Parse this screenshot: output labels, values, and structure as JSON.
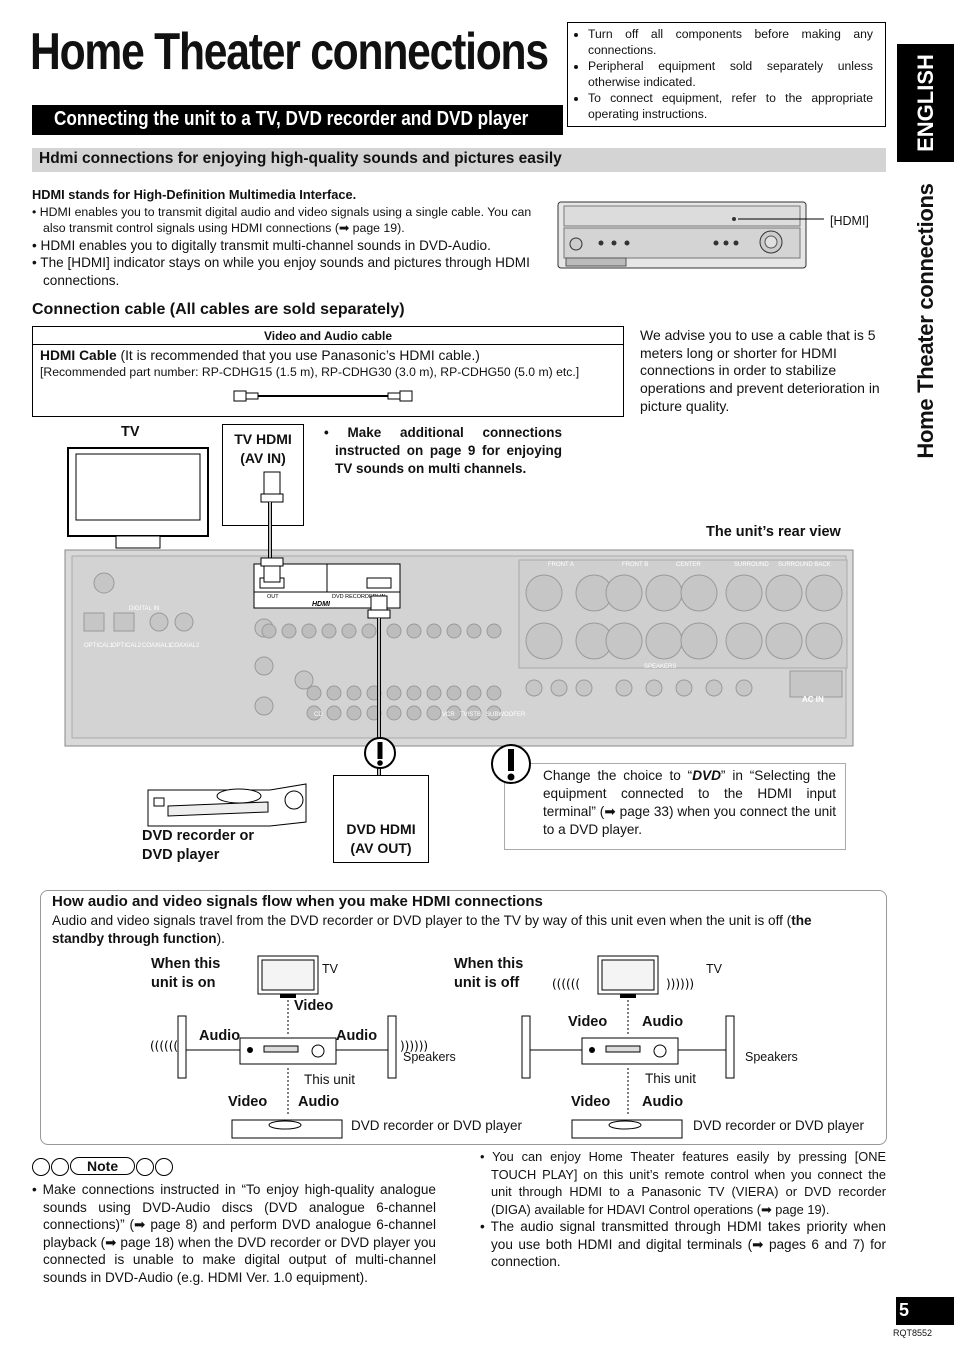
{
  "title": "Home Theater connections",
  "section_bar": "Connecting the unit to a TV, DVD recorder and DVD player",
  "precautions": [
    "Turn off all components before making any connections.",
    "Peripheral equipment sold separately unless otherwise indicated.",
    "To connect equipment, refer to the appropriate operating instructions."
  ],
  "side_tab": {
    "language": "ENGLISH",
    "section": "Home Theater connections"
  },
  "subsection": "Hdmi connections for enjoying high-quality sounds and pictures easily",
  "hdmi_def": "HDMI stands for High-Definition Multimedia Interface.",
  "hdmi_bullets": [
    "HDMI enables you to transmit digital audio and video signals using a single cable. You can also transmit control signals using HDMI connections (➡ page 19).",
    "HDMI enables you to digitally transmit multi-channel sounds in DVD-Audio.",
    "The [HDMI] indicator stays on while you enjoy sounds and pictures through HDMI connections."
  ],
  "front_panel_label": "[HDMI]",
  "cable_heading": "Connection cable (All cables are sold separately)",
  "cable_box": {
    "header": "Video and Audio cable",
    "name": "HDMI Cable",
    "note": " (It is recommended that you use Panasonic’s HDMI cable.)",
    "parts": "[Recommended part number: RP-CDHG15 (1.5 m), RP-CDHG30 (3.0 m), RP-CDHG50 (5.0 m) etc.]"
  },
  "advice": "We advise you to use a cable that is 5 meters long or shorter for HDMI connections in order to stabilize operations and prevent deterioration in picture quality.",
  "diagram": {
    "tv_label": "TV",
    "tv_hdmi_1": "TV HDMI",
    "tv_hdmi_2": "(AV IN)",
    "additional": "Make additional connections instructed on page 9 for enjoying TV sounds on multi channels.",
    "rear_view": "The unit’s rear view",
    "dvd_device_1": "DVD recorder or",
    "dvd_device_2": "DVD player",
    "dvd_hdmi_1": "DVD HDMI",
    "dvd_hdmi_2": "(AV OUT)",
    "rear_labels": {
      "out": "OUT",
      "dvd_in": "DVD RECORDER) IN",
      "hdmi": "HDMI",
      "front_a": "FRONT A",
      "front_b": "FRONT B",
      "center": "CENTER",
      "surround": "SURROUND",
      "surround_back": "SURROUND BACK",
      "ac_in": "AC IN",
      "optical1": "OPTICAL1",
      "optical2": "OPTICAL2",
      "coaxial1": "COAXIAL1",
      "coaxial2": "COAXIAL2",
      "digital_in": "DIGITAL IN",
      "speakers": "SPEAKERS",
      "cd": "CD",
      "vcr": "VCR",
      "tvstb": "TV/STB",
      "subwoofer": "SUBWOOFER"
    }
  },
  "caution": {
    "pre": "Change the choice to “",
    "term": "DVD",
    "post": "” in “Selecting the equipment connected to the HDMI input terminal” (➡ page 33) when you connect the unit to a DVD player."
  },
  "flow": {
    "heading": "How audio and video signals flow when you make HDMI connections",
    "body": "Audio and video signals travel from the DVD recorder or DVD player to the TV by way of this unit even when the unit is off (",
    "body_bold": "the standby through function",
    "body_end": ").",
    "left": {
      "state_1": "When this",
      "state_2": "unit is on",
      "tv": "TV",
      "video_top": "Video",
      "audio_left": "Audio",
      "audio_right": "Audio",
      "speakers": "Speakers",
      "this_unit": "This unit",
      "video_bottom": "Video",
      "audio_bottom": "Audio",
      "player": "DVD recorder or DVD player"
    },
    "right": {
      "state_1": "When this",
      "state_2": "unit is off",
      "tv": "TV",
      "video_top": "Video",
      "audio_top": "Audio",
      "speakers": "Speakers",
      "this_unit": "This unit",
      "video_bottom": "Video",
      "audio_bottom": "Audio",
      "player": "DVD recorder or DVD player"
    }
  },
  "note": {
    "label": "Note",
    "text": "Make connections instructed in “To enjoy high-quality analogue sounds using DVD-Audio discs (DVD analogue 6-channel connections)” (➡ page 8) and perform DVD analogue 6-channel playback (➡ page 18) when the DVD recorder or DVD player you connected is unable to make digital output of multi-channel sounds in DVD-Audio (e.g. HDMI Ver. 1.0 equipment)."
  },
  "tips": [
    "You can enjoy Home Theater features easily by pressing [ONE TOUCH PLAY] on this unit’s remote control when you connect the unit through HDMI to a Panasonic TV (VIERA) or DVD recorder (DIGA) available for HDAVI Control operations (➡ page 19).",
    "The audio signal transmitted through HDMI takes priority when you use both HDMI and digital terminals (➡ pages 6 and 7) for connection."
  ],
  "page_number": "5",
  "doc_code": "RQT8552",
  "colors": {
    "accent": "#000000",
    "subbar": "#d4d4d4",
    "panel": "#d9d9d9"
  }
}
